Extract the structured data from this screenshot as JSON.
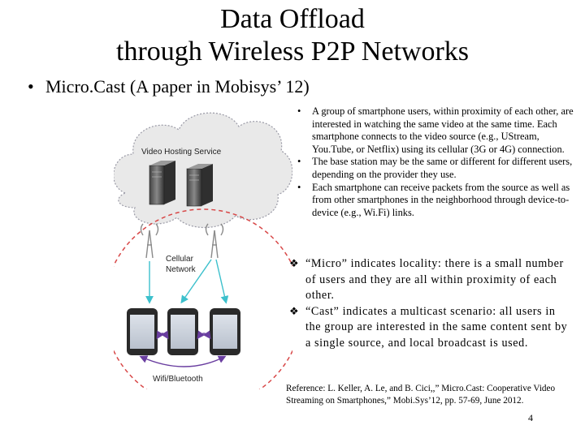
{
  "slide": {
    "title_line1": "Data Offload",
    "title_line2": "through Wireless P2P Networks",
    "main_bullet": "Micro.Cast (A paper in Mobisys’ 12)",
    "small_bullets": [
      "A group of smartphone users, within proximity of each other, are interested in watching the same video at the same time. Each smartphone connects to the video source (e.g., UStream, You.Tube, or Netflix) using its cellular (3G or 4G) connection.",
      "The base station may be the same or different for different users, depending on the provider they use.",
      "Each smartphone can receive packets from the source as well as from other smartphones in the neighborhood through device-to-device (e.g., Wi.Fi) links."
    ],
    "v_bullets": [
      "“Micro” indicates locality: there is a small number of users and they are all within proximity of each other.",
      "“Cast” indicates a multicast scenario: all users in the group are interested in the same content sent by a single source, and local broadcast is used."
    ],
    "reference": "Reference: L. Keller, A. Le, and B. Cici,,” Micro.Cast: Cooperative Video Streaming on Smartphones,” Mobi.Sys’12, pp. 57-69, June 2012.",
    "page_number": "4"
  },
  "diagram": {
    "cloud_label": "Video Hosting Service",
    "cellular_label_line1": "Cellular",
    "cellular_label_line2": "Network",
    "wifi_label": "Wifi/Bluetooth"
  },
  "colors": {
    "cloud_fill": "#e9e9e9",
    "cloud_border": "#9a9aa6",
    "dashed_circle": "#d84848",
    "cellular_arrow": "#3cc0cc",
    "wifi_arrow": "#6a3ea0"
  }
}
